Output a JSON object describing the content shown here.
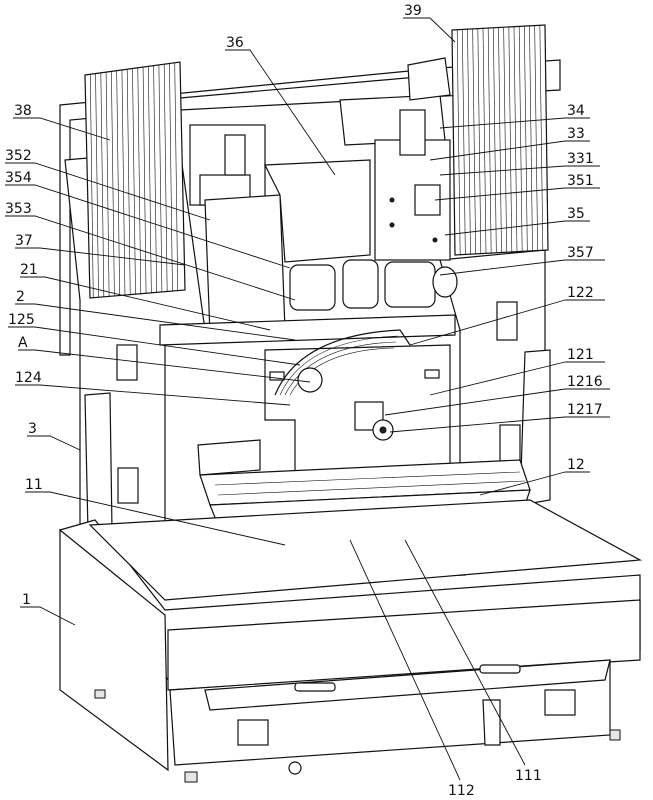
{
  "figure": {
    "labels": {
      "l39": "39",
      "l36": "36",
      "l34": "34",
      "l33": "33",
      "l331": "331",
      "l351": "351",
      "l35": "35",
      "l357": "357",
      "l122": "122",
      "l121": "121",
      "l1216": "1216",
      "l1217": "1217",
      "l12": "12",
      "l111": "111",
      "l112": "112",
      "l1": "1",
      "l11": "11",
      "l3": "3",
      "l124": "124",
      "lA": "A",
      "l125": "125",
      "l2": "2",
      "l21": "21",
      "l37": "37",
      "l353": "353",
      "l354": "354",
      "l352": "352",
      "l38": "38"
    }
  }
}
